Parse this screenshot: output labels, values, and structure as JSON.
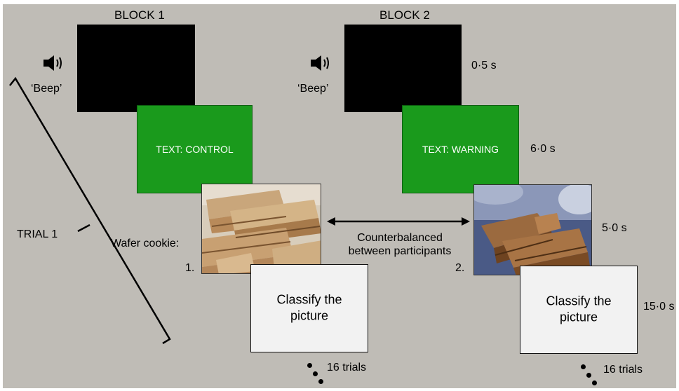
{
  "block1": {
    "title": "BLOCK 1",
    "beep": "‘Beep’",
    "text_screen": "TEXT: CONTROL",
    "food_label": "Wafer cookie:",
    "image_number": "1.",
    "classify_text": "Classify the\npicture",
    "trials": "16 trials"
  },
  "block2": {
    "title": "BLOCK 2",
    "beep": "‘Beep’",
    "text_screen": "TEXT: WARNING",
    "image_number": "2.",
    "classify_text": "Classify the\npicture",
    "trials": "16 trials"
  },
  "trial_label": "TRIAL 1",
  "counterbalanced": "Counterbalanced\nbetween participants",
  "durations": [
    "0·5 s",
    "6·0 s",
    "5·0 s",
    "15·0 s"
  ],
  "icons": [
    "speaker-icon",
    "wafer-photo",
    "double-arrow"
  ],
  "colors": {
    "background": "#bfbcb6",
    "text_screen": "#1a9a1c",
    "beep_screen": "#000000",
    "classify_screen": "#f2f2f2"
  }
}
